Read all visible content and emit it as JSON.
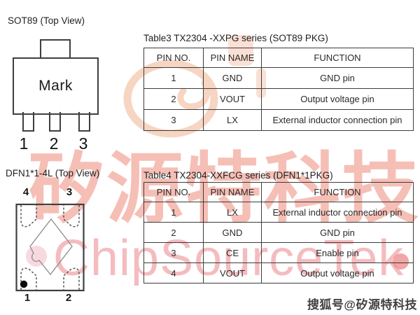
{
  "sot89": {
    "title": "SOT89 (Top View)",
    "mark_label": "Mark",
    "pin_numbers": [
      "1",
      "2",
      "3"
    ]
  },
  "table3": {
    "title": "Table3 TX2304 -XXPG series (SOT89 PKG)",
    "headers": [
      "PIN NO.",
      "PIN NAME",
      "FUNCTION"
    ],
    "rows": [
      {
        "pin": "1",
        "name": "GND",
        "function": "GND pin"
      },
      {
        "pin": "2",
        "name": "VOUT",
        "function": "Output voltage pin"
      },
      {
        "pin": "3",
        "name": "LX",
        "function": "External inductor connection pin"
      }
    ]
  },
  "dfn": {
    "title": "DFN1*1-4L (Top View)",
    "pin_top_left": "4",
    "pin_top_right": "3",
    "pin_bottom_left": "1",
    "pin_bottom_right": "2"
  },
  "table4": {
    "title": "Table4 TX2304-XXFCG series (DFN1*1PKG)",
    "headers": [
      "PIN NO.",
      "PIN NAME",
      "FUNCTION"
    ],
    "rows": [
      {
        "pin": "1",
        "name": "LX",
        "function": "External inductor connection pin"
      },
      {
        "pin": "2",
        "name": "GND",
        "function": "GND pin"
      },
      {
        "pin": "3",
        "name": "CE",
        "function": "Enable pin"
      },
      {
        "pin": "4",
        "name": "VOUT",
        "function": "Output voltage pin"
      }
    ]
  },
  "watermark": {
    "cn_text": "矽源特科技",
    "en_text": "ChipSourceTek",
    "cn_color": "#ec8070",
    "en_color": "#f2acb0",
    "swirl_color": "#f6d5c2",
    "dot_color": "#ee8787",
    "sohu_text": "搜狐号@矽源特科技",
    "sohu_color": "#424242"
  }
}
